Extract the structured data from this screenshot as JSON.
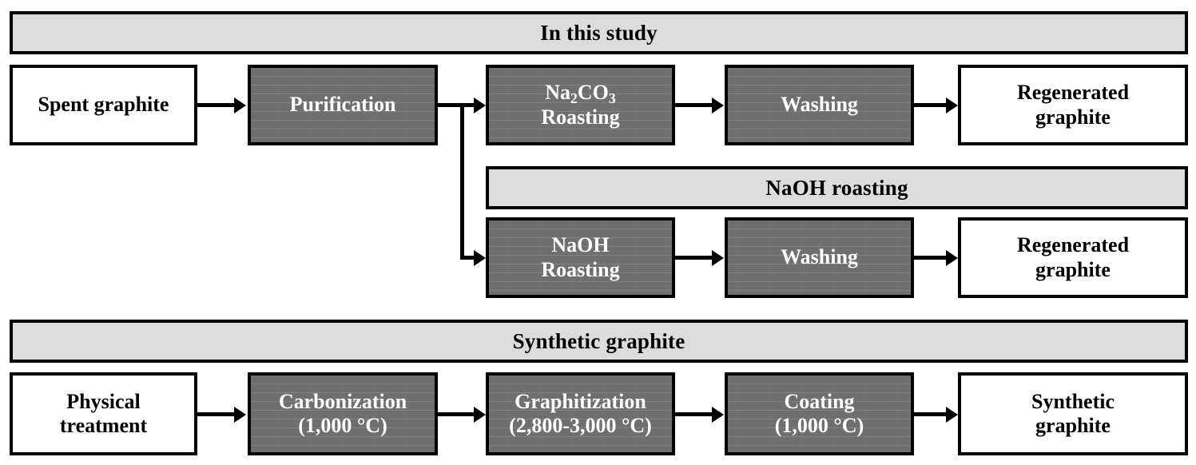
{
  "figure": {
    "type": "process-flow-diagram",
    "title_sections": [
      "In this study",
      "NaOH roasting",
      "Synthetic graphite"
    ]
  },
  "sections": {
    "in_this_study": {
      "banner_label": "In this study",
      "banner_color": "#dcdcdc",
      "nodes": [
        {
          "id": "spent-graphite",
          "label": "Spent graphite",
          "style": "white"
        },
        {
          "id": "purification",
          "label": "Purification",
          "style": "gray"
        },
        {
          "id": "na2co3-roasting",
          "line1": "Na",
          "sub1": "2",
          "line1b": "CO",
          "sub2": "3",
          "line2": "Roasting",
          "style": "gray"
        },
        {
          "id": "washing-na2co3",
          "label": "Washing",
          "style": "gray"
        },
        {
          "id": "regenerated-graphite-1",
          "line1": "Regenerated",
          "line2": "graphite",
          "style": "white"
        }
      ]
    },
    "naoh_roasting": {
      "banner_label": "NaOH roasting",
      "banner_color": "#dcdcdc",
      "nodes": [
        {
          "id": "naoh-roasting",
          "line1": "NaOH",
          "line2": "Roasting",
          "style": "gray"
        },
        {
          "id": "washing-naoh",
          "label": "Washing",
          "style": "gray"
        },
        {
          "id": "regenerated-graphite-2",
          "line1": "Regenerated",
          "line2": "graphite",
          "style": "white"
        }
      ]
    },
    "synthetic_graphite": {
      "banner_label": "Synthetic graphite",
      "banner_color": "#dcdcdc",
      "nodes": [
        {
          "id": "physical-treatment",
          "line1": "Physical",
          "line2": "treatment",
          "style": "white"
        },
        {
          "id": "carbonization",
          "line1": "Carbonization",
          "line2": "(1,000 °C)",
          "style": "gray"
        },
        {
          "id": "graphitization",
          "line1": "Graphitization",
          "line2": "(2,800-3,000 °C)",
          "style": "gray"
        },
        {
          "id": "coating",
          "line1": "Coating",
          "line2": "(1,000 °C)",
          "style": "gray"
        },
        {
          "id": "synthetic-graphite-out",
          "line1": "Synthetic",
          "line2": "graphite",
          "style": "white"
        }
      ]
    }
  },
  "text": {
    "banner_in_this_study": "In this study",
    "banner_naoh_roasting": "NaOH roasting",
    "banner_synthetic_graphite": "Synthetic graphite",
    "spent_graphite": "Spent graphite",
    "purification": "Purification",
    "na2co3_prefix": "Na",
    "na2co3_sub1": "2",
    "na2co3_mid": "CO",
    "na2co3_sub2": "3",
    "roasting": "Roasting",
    "washing": "Washing",
    "regenerated_line1": "Regenerated",
    "regenerated_line2": "graphite",
    "naoh": "NaOH",
    "naoh_roasting_line2": "Roasting",
    "physical_line1": "Physical",
    "physical_line2": "treatment",
    "carbonization_line1": "Carbonization",
    "carbonization_line2": "(1,000 °C)",
    "graphitization_line1": "Graphitization",
    "graphitization_line2": "(2,800-3,000 °C)",
    "coating_line1": "Coating",
    "coating_line2": "(1,000 °C)",
    "synthetic_line1": "Synthetic",
    "synthetic_line2": "graphite"
  },
  "colors": {
    "banner_fill": "#dcdcdc",
    "process_fill": "#6f6f6f",
    "terminal_fill": "#ffffff",
    "stroke": "#000000",
    "process_text": "#ffffff",
    "terminal_text": "#000000"
  },
  "flow": {
    "branches": [
      "Spent graphite -> Purification",
      "Purification -> Na2CO3 Roasting -> Washing -> Regenerated graphite",
      "Purification -> NaOH Roasting -> Washing -> Regenerated graphite",
      "Physical treatment -> Carbonization (1,000 °C) -> Graphitization (2,800-3,000 °C) -> Coating (1,000 °C) -> Synthetic graphite"
    ]
  }
}
